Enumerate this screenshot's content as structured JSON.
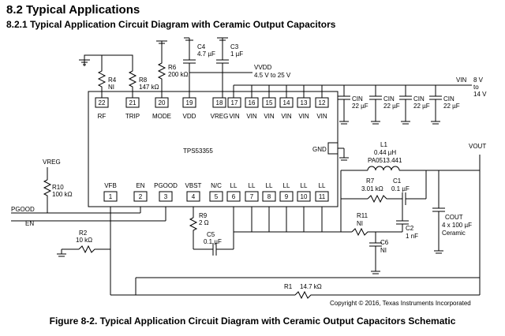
{
  "heading": "8.2 Typical Applications",
  "subheading": "8.2.1 Typical Application Circuit Diagram with Ceramic Output Capacitors",
  "caption": "Figure 8-2. Typical Application Circuit Diagram with Ceramic Output Capacitors Schematic",
  "copyright": "Copyright © 2016, Texas Instruments Incorporated",
  "ic": {
    "name": "TPS53355",
    "top_pins": [
      {
        "num": "22",
        "label": "RF"
      },
      {
        "num": "21",
        "label": "TRIP"
      },
      {
        "num": "20",
        "label": "MODE"
      },
      {
        "num": "19",
        "label": "VDD"
      },
      {
        "num": "18",
        "label": "VREG"
      },
      {
        "num": "17",
        "label": "VIN"
      },
      {
        "num": "16",
        "label": "VIN"
      },
      {
        "num": "15",
        "label": "VIN"
      },
      {
        "num": "14",
        "label": "VIN"
      },
      {
        "num": "13",
        "label": "VIN"
      },
      {
        "num": "12",
        "label": "VIN"
      }
    ],
    "bottom_pins": [
      {
        "num": "1",
        "label": "VFB"
      },
      {
        "num": "2",
        "label": "EN"
      },
      {
        "num": "3",
        "label": "PGOOD"
      },
      {
        "num": "4",
        "label": "VBST"
      },
      {
        "num": "5",
        "label": "N/C"
      },
      {
        "num": "6",
        "label": "LL"
      },
      {
        "num": "7",
        "label": "LL"
      },
      {
        "num": "8",
        "label": "LL"
      },
      {
        "num": "9",
        "label": "LL"
      },
      {
        "num": "10",
        "label": "LL"
      },
      {
        "num": "11",
        "label": "LL"
      }
    ],
    "gnd_label": "GND"
  },
  "components": {
    "r4": {
      "name": "R4",
      "value": "NI"
    },
    "r8": {
      "name": "R8",
      "value": "147 kΩ"
    },
    "r6": {
      "name": "R6",
      "value": "200 kΩ"
    },
    "c4": {
      "name": "C4",
      "value": "4.7 µF"
    },
    "c3": {
      "name": "C3",
      "value": "1 µF"
    },
    "vdd": {
      "name": "VVDD",
      "value": "4.5 V to 25 V"
    },
    "vin": {
      "name": "VIN",
      "value1": "8 V",
      "value2": "to",
      "value3": "14 V"
    },
    "cin_name": "CIN",
    "cin_value": "22 µF",
    "vreg": {
      "name": "VREG"
    },
    "r10": {
      "name": "R10",
      "value": "100 kΩ"
    },
    "pgood": "PGOOD",
    "en": "EN",
    "r2": {
      "name": "R2",
      "value": "10 kΩ"
    },
    "r9": {
      "name": "R9",
      "value": "2 Ω"
    },
    "c5": {
      "name": "C5",
      "value": "0.1 µF"
    },
    "l1": {
      "name": "L1",
      "value": "0.44 µH",
      "part": "PA0513.441"
    },
    "vout": "VOUT",
    "r7": {
      "name": "R7",
      "value": "3.01 kΩ"
    },
    "c1": {
      "name": "C1",
      "value": "0.1 µF"
    },
    "r11": {
      "name": "R11",
      "value": "NI"
    },
    "c2": {
      "name": "C2",
      "value": "1 nF"
    },
    "c6": {
      "name": "C6",
      "value": "NI"
    },
    "cout": {
      "name": "COUT",
      "value": "4 x 100 µF",
      "type": "Ceramic"
    },
    "r1": {
      "name": "R1",
      "value": "14.7 kΩ"
    }
  }
}
